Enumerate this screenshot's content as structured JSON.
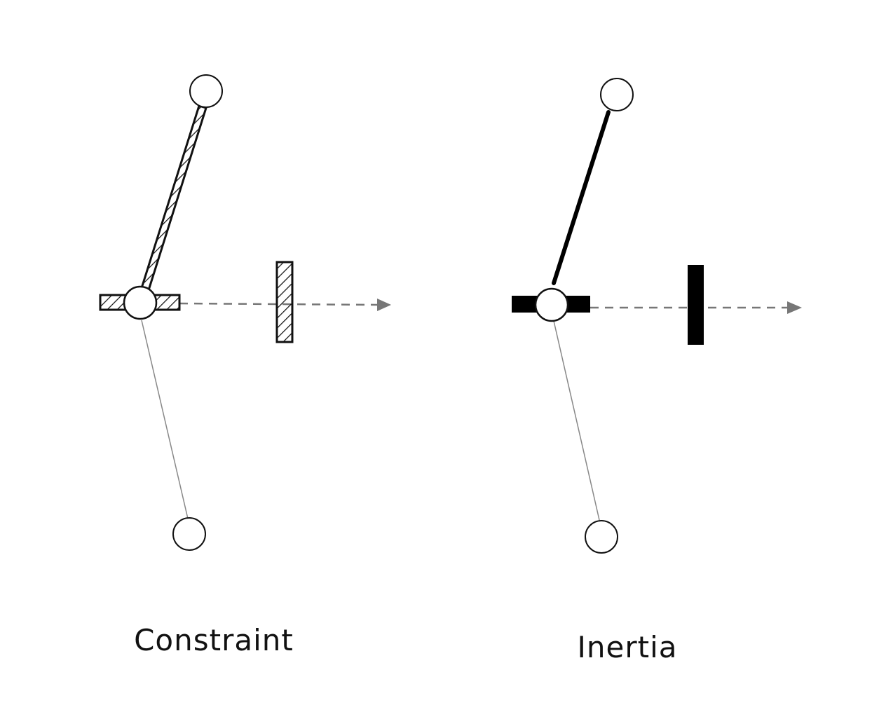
{
  "diagrams": [
    {
      "label": "Constraint",
      "style": "hatched",
      "stroke": "#111111"
    },
    {
      "label": "Inertia",
      "style": "solid",
      "fill": "#000000"
    }
  ],
  "colors": {
    "background": "#ffffff",
    "ink": "#111111",
    "dashed_arrow": "#777777",
    "thin_link": "#888888"
  }
}
